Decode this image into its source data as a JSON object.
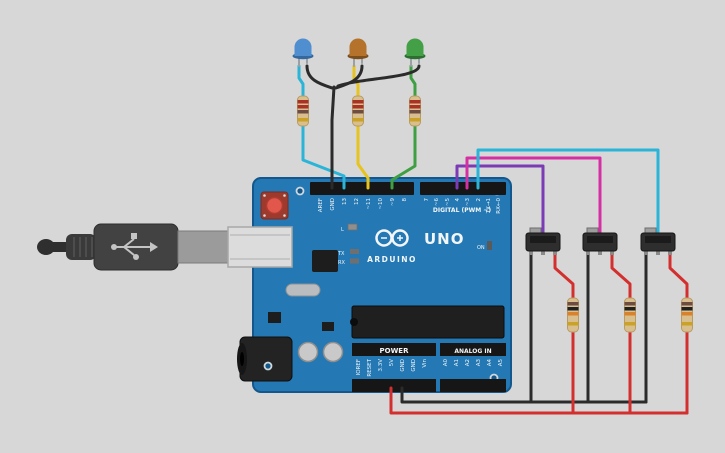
{
  "app": {
    "background": "#d7d7d7"
  },
  "board": {
    "name": "Arduino Uno",
    "color": "#2478b4",
    "edge_color": "#14578c",
    "labels": {
      "digital_header": "DIGITAL (PWM ~)",
      "brand": "ARDUINO",
      "model": "UNO",
      "on": "ON",
      "led_l": "L",
      "tx": "TX",
      "rx": "RX",
      "power_header": "POWER",
      "analog_header": "ANALOG IN"
    },
    "digital_pins_left": [
      "AREF",
      "GND",
      "13",
      "12",
      "~11",
      "~10",
      "~9",
      "8"
    ],
    "digital_pins_right": [
      "7",
      "~6",
      "~5",
      "4",
      "~3",
      "2",
      "TX→1",
      "RX←0"
    ],
    "power_pins": [
      "IOREF",
      "RESET",
      "3.3V",
      "5V",
      "GND",
      "GND",
      "Vin"
    ],
    "analog_pins": [
      "A0",
      "A1",
      "A2",
      "A3",
      "A4",
      "A5"
    ]
  },
  "components": {
    "leds": [
      {
        "name": "blue LED",
        "color": "#4f8fd0",
        "rim": "#35689c"
      },
      {
        "name": "orange LED",
        "color": "#b5722a",
        "rim": "#7d4e1d"
      },
      {
        "name": "green LED",
        "color": "#43a047",
        "rim": "#2d6e31"
      }
    ],
    "resistor_body": "#d9bf8e",
    "led_resistor_bands": [
      "#a93226",
      "#a93226",
      "#6d4c41",
      "#c9a227"
    ],
    "switch_resistor_bands": [
      "#6d4c41",
      "#212121",
      "#d9822b",
      "#c9a227"
    ],
    "switch_body": "#2e2e2e",
    "switch_knob": "#9e9e9e",
    "usb_body": "#424242",
    "usb_shield": "#9b9b9b",
    "usb_socket": "#dcdcdc"
  },
  "wires": {
    "cyan": "#2ab5d8",
    "yellow": "#e6c31d",
    "green": "#3f9f43",
    "black": "#2b2b2b",
    "red": "#d32f2f",
    "magenta": "#d52fa4",
    "purple": "#7a3bb5"
  }
}
